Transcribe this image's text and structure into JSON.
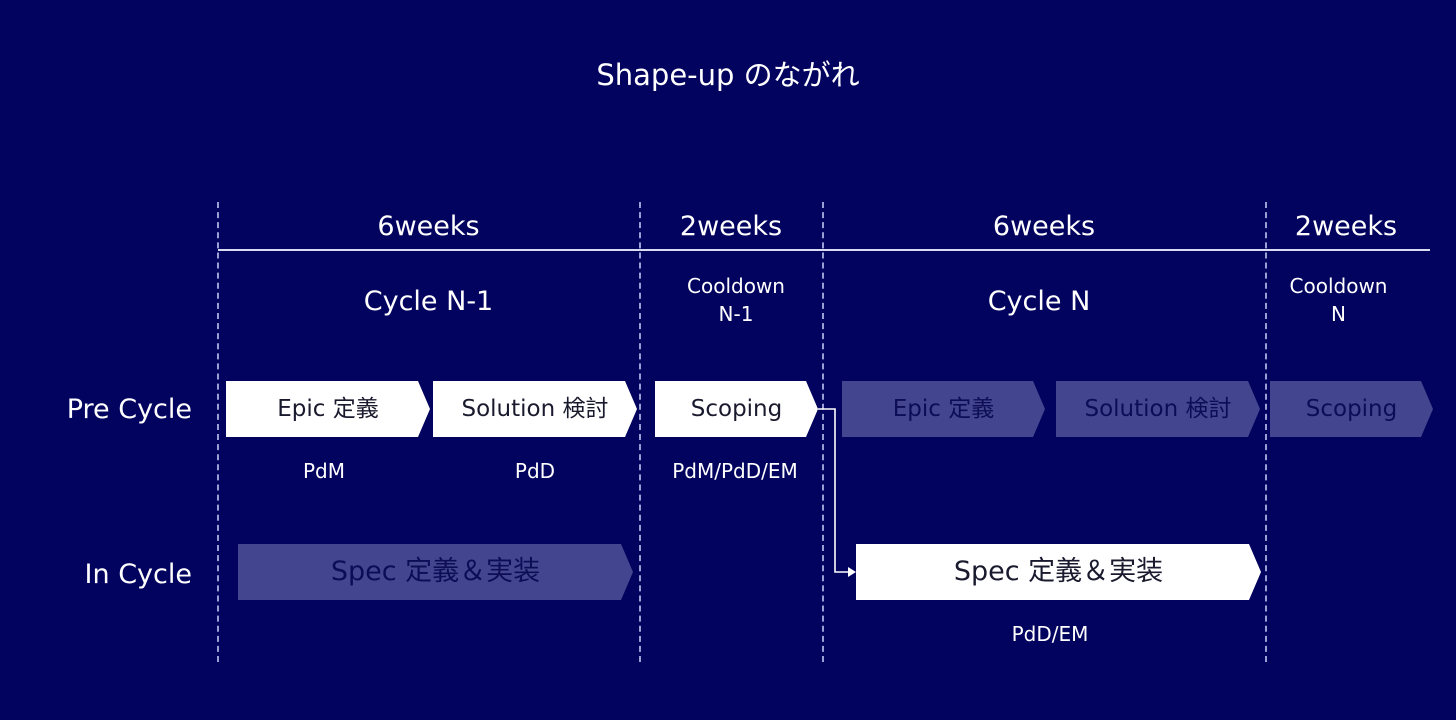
{
  "title": "Shape-up のながれ",
  "durations": [
    "6weeks",
    "2weeks",
    "6weeks",
    "2weeks"
  ],
  "periods": {
    "cycle_prev": "Cycle N-1",
    "cooldown_prev": [
      "Cooldown",
      "N-1"
    ],
    "cycle_curr": "Cycle N",
    "cooldown_curr": [
      "Cooldown",
      "N"
    ]
  },
  "rows": {
    "pre_cycle": "Pre Cycle",
    "in_cycle": "In Cycle"
  },
  "steps": {
    "epic": "Epic 定義",
    "solution": "Solution 検討",
    "scoping": "Scoping",
    "spec": "Spec 定義＆実装"
  },
  "roles": {
    "pdm": "PdM",
    "pdd": "PdD",
    "pdm_pdd_em": "PdM/PdD/EM",
    "pdd_em": "PdD/EM"
  },
  "colors": {
    "background": "#02035e",
    "active_step": "#ffffff",
    "faded_step": "#474b96",
    "divider": "#9aa0d6"
  }
}
